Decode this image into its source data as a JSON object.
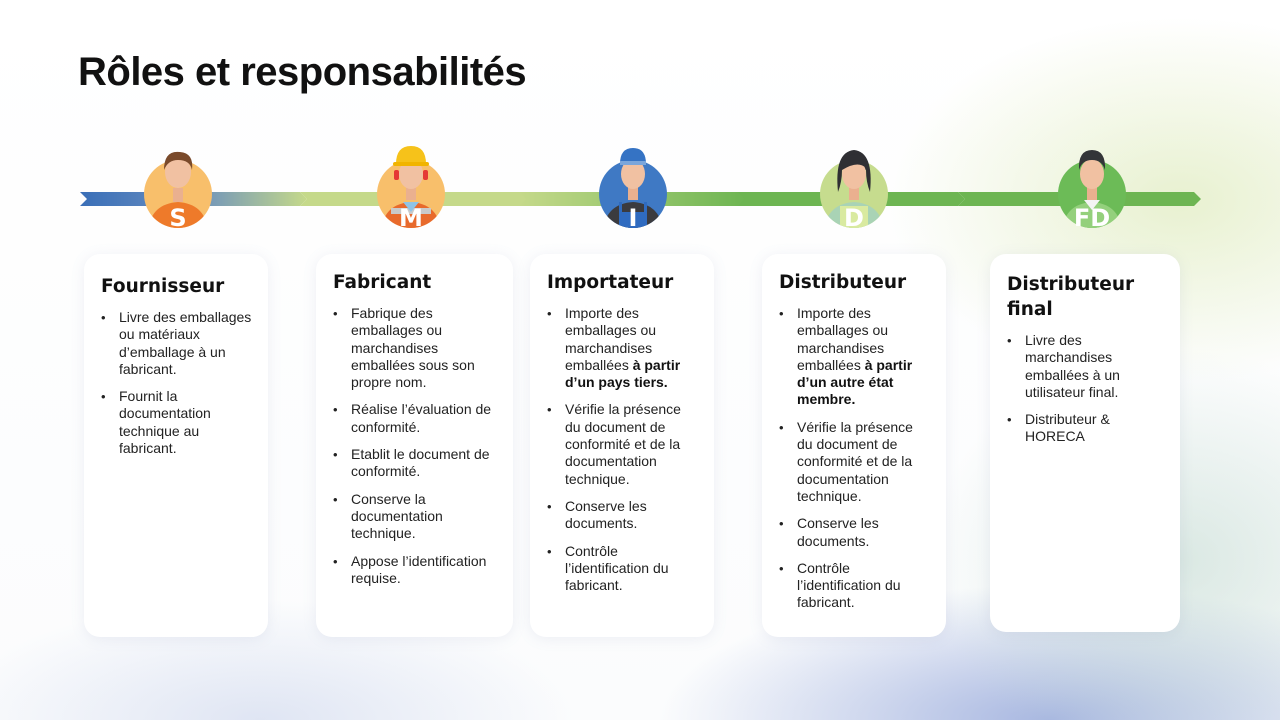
{
  "slide": {
    "title": "Rôles et responsabilités"
  },
  "colors": {
    "blue": "#3a6fb8",
    "light_green": "#c5d98a",
    "green": "#6db552",
    "orange": "#f07b2c",
    "avatar_orange_bg": "#f8bf6b",
    "avatar_blue_bg": "#3f79c4",
    "avatar_lightgreen_bg": "#c6dc8e",
    "avatar_green_bg": "#6cbb57"
  },
  "timeline": {
    "steps": [
      {
        "letter": "S",
        "icon": "supplier-person-icon"
      },
      {
        "letter": "M",
        "icon": "manufacturer-worker-icon"
      },
      {
        "letter": "I",
        "icon": "importer-worker-icon"
      },
      {
        "letter": "D",
        "icon": "distributor-woman-icon"
      },
      {
        "letter": "FD",
        "icon": "final-distributor-man-icon"
      }
    ]
  },
  "roles": [
    {
      "title": "Fournisseur",
      "items": [
        {
          "text": "Livre des emballages ou matériaux d’emballage à un fabricant.",
          "bold": ""
        },
        {
          "text": "Fournit la documentation technique au fabricant.",
          "bold": ""
        }
      ]
    },
    {
      "title": "Fabricant",
      "items": [
        {
          "text": "Fabrique des emballages ou marchandises emballées sous son propre nom.",
          "bold": ""
        },
        {
          "text": "Réalise l’évaluation de conformité.",
          "bold": ""
        },
        {
          "text": "Etablit le document de conformité.",
          "bold": ""
        },
        {
          "text": "Conserve la documentation technique.",
          "bold": ""
        },
        {
          "text": "Appose l’identification requise.",
          "bold": ""
        }
      ]
    },
    {
      "title": "Importateur",
      "items": [
        {
          "text": "Importe des emballages ou marchandises emballées ",
          "bold": "à partir d’un pays tiers."
        },
        {
          "text": "Vérifie la présence du document de conformité et de la documentation technique.",
          "bold": ""
        },
        {
          "text": "Conserve les documents.",
          "bold": ""
        },
        {
          "text": "Contrôle l’identification du fabricant.",
          "bold": ""
        }
      ]
    },
    {
      "title": "Distributeur",
      "items": [
        {
          "text": "Importe des emballages ou marchandises emballées ",
          "bold": "à partir d’un autre état membre."
        },
        {
          "text": "Vérifie la présence du document de conformité et de la documentation technique.",
          "bold": ""
        },
        {
          "text": "Conserve les documents.",
          "bold": ""
        },
        {
          "text": "Contrôle l’identification du fabricant.",
          "bold": ""
        }
      ]
    },
    {
      "title": "Distributeur final",
      "items": [
        {
          "text": "Livre des marchandises emballées à un utilisateur final.",
          "bold": ""
        },
        {
          "text": "Distributeur & HORECA",
          "bold": ""
        }
      ]
    }
  ]
}
